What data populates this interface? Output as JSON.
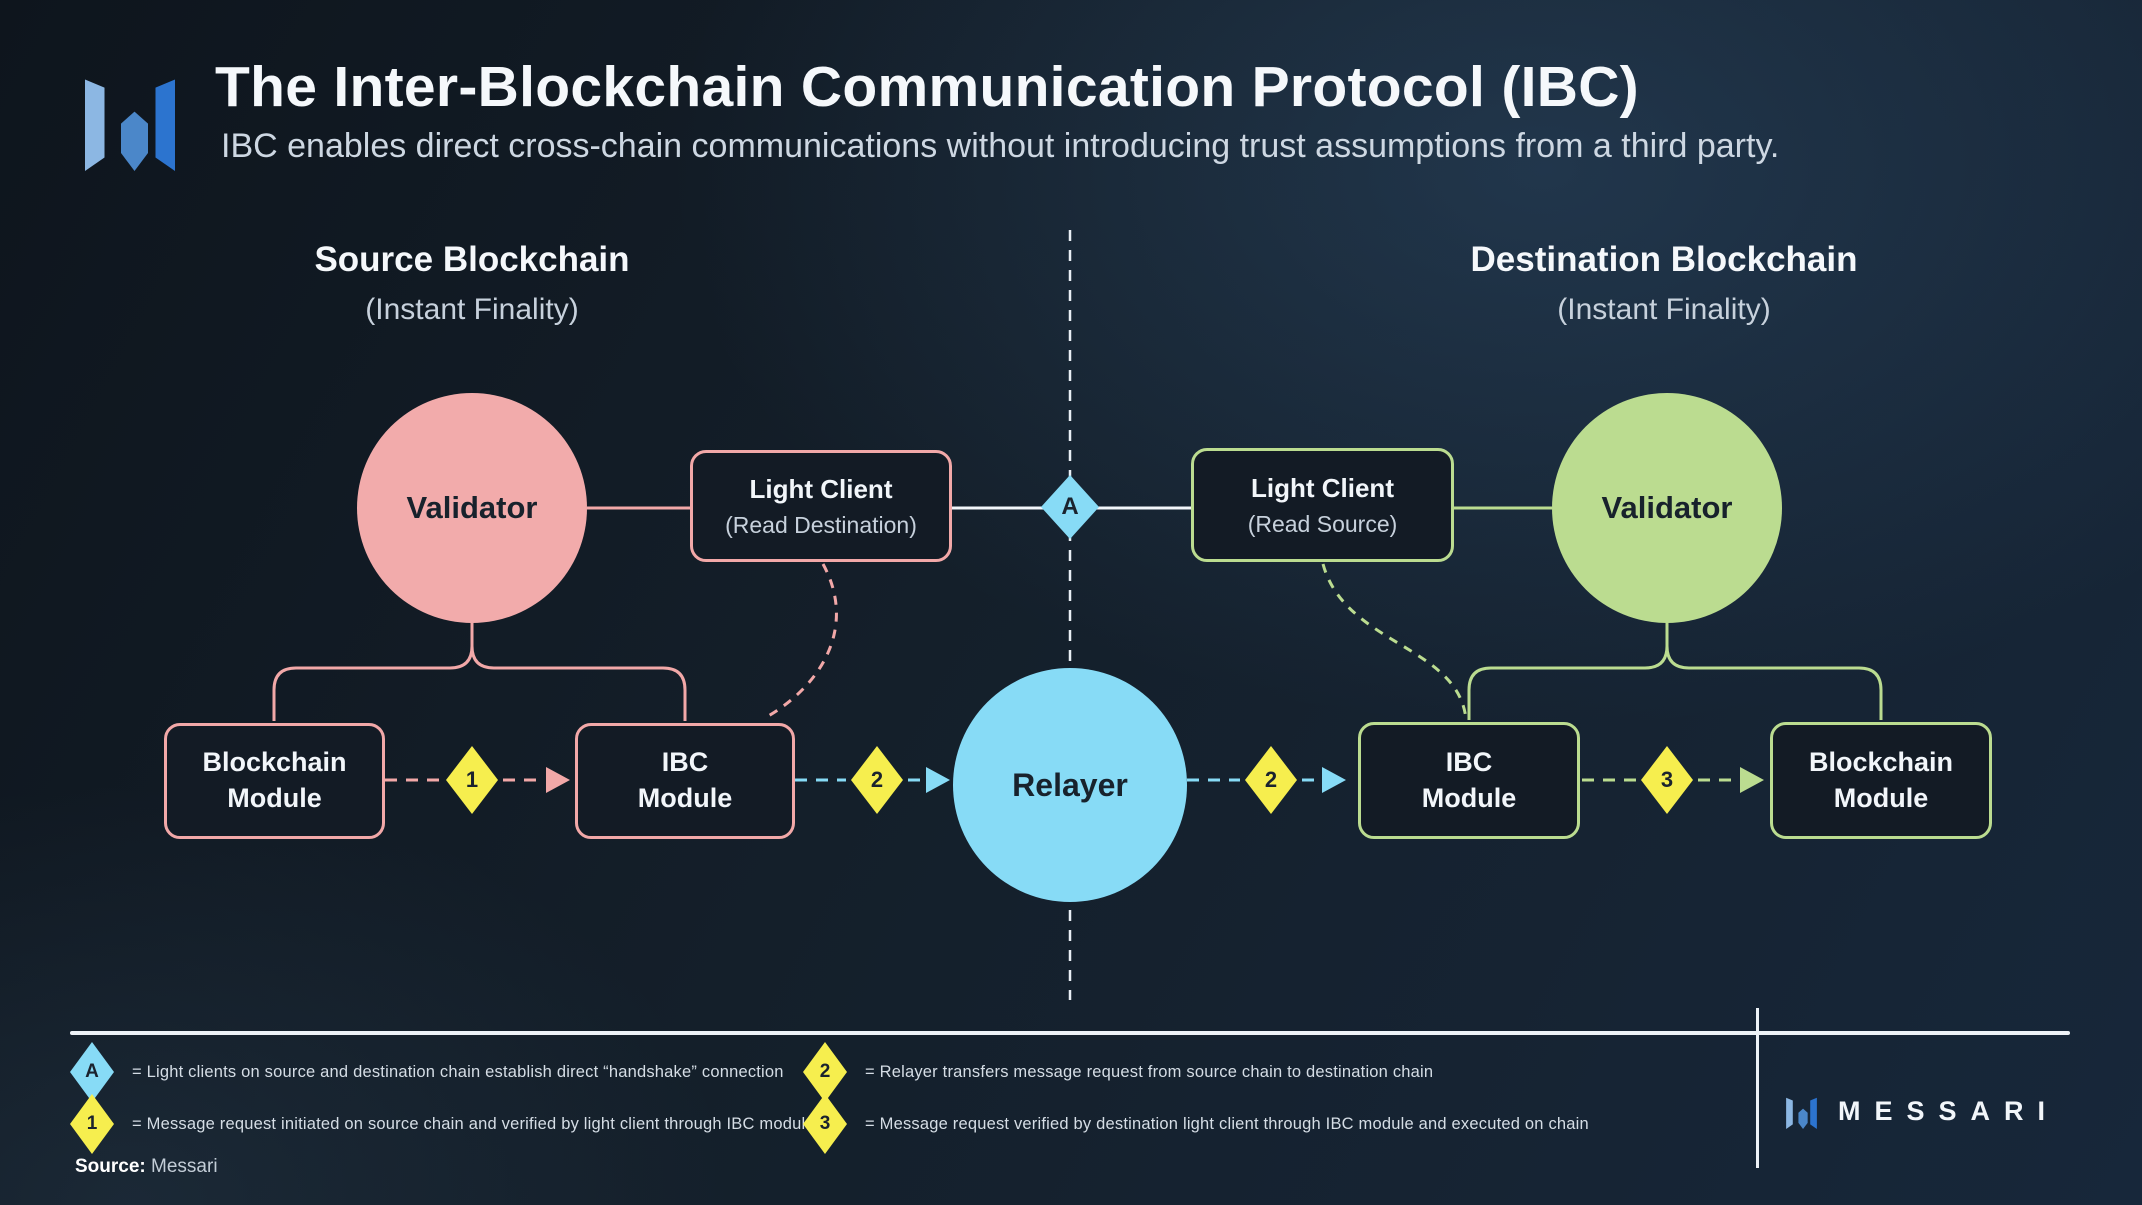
{
  "header": {
    "title": "The Inter-Blockchain Communication Protocol (IBC)",
    "subtitle": "IBC enables direct cross-chain communications without introducing trust assumptions from a third party."
  },
  "sections": {
    "source": {
      "title": "Source Blockchain",
      "subtitle": "(Instant Finality)"
    },
    "destination": {
      "title": "Destination Blockchain",
      "subtitle": "(Instant Finality)"
    }
  },
  "nodes": {
    "source_validator": {
      "label": "Validator"
    },
    "destination_validator": {
      "label": "Validator"
    },
    "relayer": {
      "label": "Relayer"
    },
    "light_client_source": {
      "title": "Light Client",
      "subtitle": "(Read Destination)"
    },
    "light_client_destination": {
      "title": "Light Client",
      "subtitle": "(Read Source)"
    },
    "blockchain_module_source": {
      "label": "Blockchain Module"
    },
    "ibc_module_source": {
      "label": "IBC Module"
    },
    "ibc_module_destination": {
      "label": "IBC Module"
    },
    "blockchain_module_destination": {
      "label": "Blockchain Module"
    }
  },
  "markers": {
    "handshake": "A",
    "step1": "1",
    "step2": "2",
    "step3": "3"
  },
  "legend": {
    "items": [
      {
        "marker": "A",
        "text": "= Light clients on source and destination chain establish direct “handshake” connection"
      },
      {
        "marker": "1",
        "text": "= Message request initiated on source chain and verified by light client through IBC module"
      },
      {
        "marker": "2",
        "text": "= Relayer transfers message request from source chain to destination chain"
      },
      {
        "marker": "3",
        "text": "= Message request verified by destination light client through IBC module and executed on chain"
      }
    ]
  },
  "source_note": {
    "label": "Source:",
    "value": "Messari"
  },
  "footer": {
    "wordmark": "MESSARI"
  },
  "colors": {
    "background": "#15202b",
    "accent_pink": "#f2a8a8",
    "accent_green": "#bbdc90",
    "accent_cyan": "#87dbf6",
    "accent_yellow": "#f6ee4e",
    "line_white": "#edf2f7"
  }
}
